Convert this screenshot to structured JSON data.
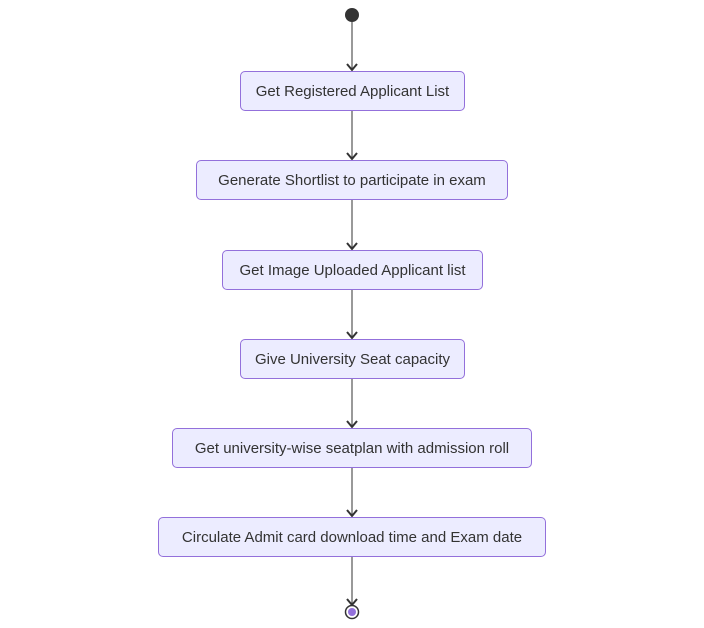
{
  "diagram": {
    "type": "state-diagram",
    "colors": {
      "node_fill": "#ECECFF",
      "node_border": "#9370DB",
      "edge": "#333333",
      "start": "#333333",
      "end_fill": "#9370DB"
    },
    "steps": [
      {
        "label": "Get Registered Applicant List"
      },
      {
        "label": "Generate Shortlist to participate in exam"
      },
      {
        "label": "Get Image Uploaded Applicant list"
      },
      {
        "label": "Give University Seat capacity"
      },
      {
        "label": "Get university-wise seatplan with admission roll"
      },
      {
        "label": "Circulate Admit card download time and Exam date"
      }
    ]
  }
}
